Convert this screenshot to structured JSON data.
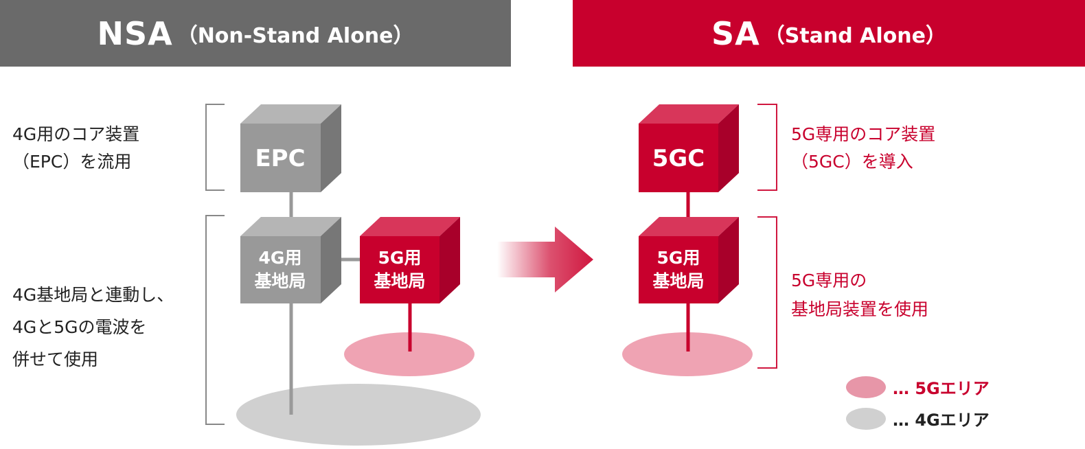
{
  "colors": {
    "gray_header": "#6a6a6a",
    "red_header": "#c8002d",
    "gray_front": "#999999",
    "gray_top": "#b5b5b5",
    "gray_side": "#777777",
    "red_front": "#c8002d",
    "red_top": "#d8365a",
    "red_side": "#a8002a",
    "pink_area": "#efa3b3",
    "gray_area": "#d0d0d0",
    "bracket_gray": "#888888",
    "bracket_red": "#d0173f",
    "text_red": "#c8002d"
  },
  "nsa": {
    "title": "NSA",
    "subtitle": "（Non-Stand Alone）",
    "core_note": [
      "4G用のコア装置",
      "（EPC）を流用"
    ],
    "base_note": [
      "4G基地局と連動し、",
      "4Gと5Gの電波を",
      "併せて使用"
    ],
    "epc_label": "EPC",
    "station_4g_label": [
      "4G用",
      "基地局"
    ],
    "station_5g_label": [
      "5G用",
      "基地局"
    ]
  },
  "sa": {
    "title": "SA",
    "subtitle": "（Stand Alone）",
    "core_note": [
      "5G専用のコア装置",
      "（5GC）を導入"
    ],
    "base_note": [
      "5G専用の",
      "基地局装置を使用"
    ],
    "core_label": "5GC",
    "station_5g_label": [
      "5G用",
      "基地局"
    ]
  },
  "legend": {
    "dots": "…",
    "area_5g": "5Gエリア",
    "area_4g": "4Gエリア"
  }
}
